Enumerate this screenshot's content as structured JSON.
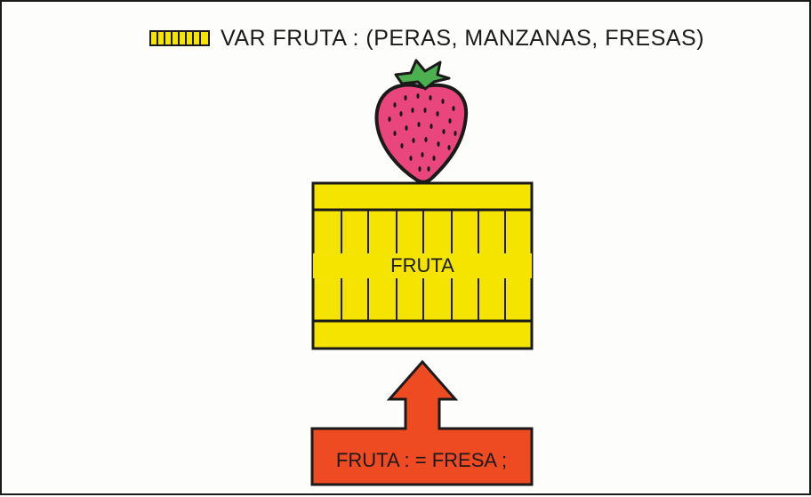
{
  "declaration": {
    "text": "VAR  FRUTA : (PERAS, MANZANAS, FRESAS)"
  },
  "variable": {
    "name": "FRUTA",
    "value_picture": "strawberry-icon"
  },
  "assignment": {
    "text": "FRUTA : = FRESA ;"
  },
  "colors": {
    "crate_yellow": "#f4e400",
    "strawberry_red": "#e8467c",
    "leaf_green": "#4caf50",
    "arrow_red": "#ee4b23",
    "outline": "#1a1a1a"
  }
}
